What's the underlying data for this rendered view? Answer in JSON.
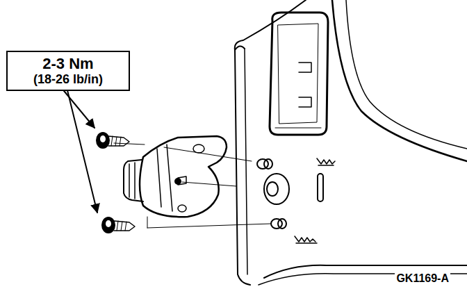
{
  "diagram": {
    "nodes": [
      {
        "text": [
          "2-3 Nm",
          "(18-26 lb/in)"
        ]
      }
    ],
    "labels": [
      "GK1169-A"
    ]
  }
}
